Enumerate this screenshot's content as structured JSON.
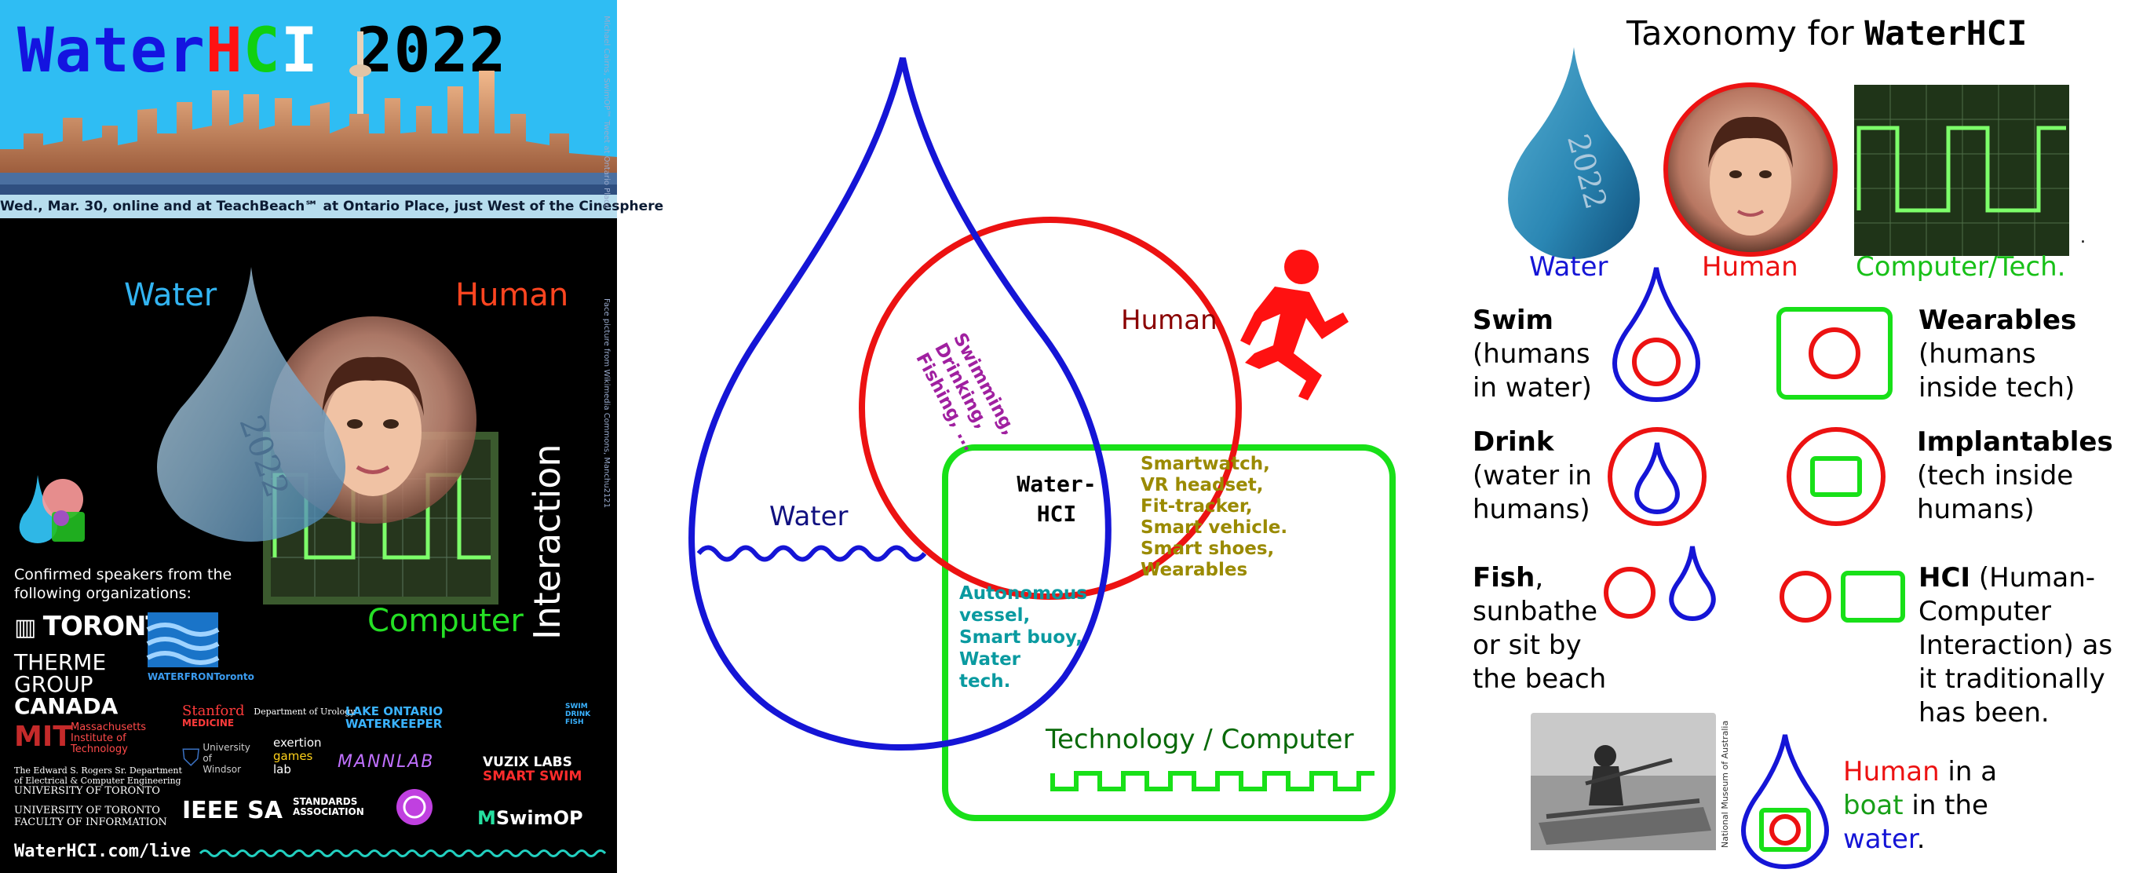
{
  "poster": {
    "title_water": "Water",
    "title_h": "H",
    "title_c": "C",
    "title_i": "I",
    "title_year": " 2022",
    "banner": "Wed., Mar. 30, online and at TeachBeach℠ at Ontario Place, just West of the Cinesphere",
    "credit_top": "Michael Cairns, SwimOP™ Tweet at Ontario Place",
    "credit_face": "Face picture from Wikimedia Commons, Manchu2121",
    "label_water": "Water",
    "label_human": "Human",
    "label_computer": "Computer",
    "label_interaction": "Interaction",
    "drop_text": "2022",
    "confirmed": "Confirmed speakers from the following organizations:",
    "orgs": {
      "toronto": "TORONTO",
      "therme1": "THERME",
      "therme2": "GROUP",
      "therme3": "CANADA",
      "waterfront": "WATERFRONToronto",
      "mit1": "Massachusetts",
      "mit2": "Institute of",
      "mit3": "Technology",
      "stanford1": "Stanford",
      "stanford2": "MEDICINE",
      "stanford3": "Department of Urology",
      "lake1": "LAKE ONTARIO",
      "lake2": "WATERKEEPER",
      "swimdrink": "SWIM DRINK FISH",
      "windsor": "University of Windsor",
      "exertion1": "exertion",
      "exertion2": "games",
      "exertion3": "lab",
      "mannlab": "MANNLAB",
      "vuzix1": "VUZIX LABS",
      "vuzix2": "SMART SWIM",
      "uoft_ece1": "The Edward S. Rogers Sr. Department",
      "uoft_ece2": "of Electrical & Computer Engineering",
      "uoft_ece3": "UNIVERSITY OF TORONTO",
      "uoft_inf1": "UNIVERSITY OF TORONTO",
      "uoft_inf2": "FACULTY OF INFORMATION",
      "ieee1": "IEEE SA",
      "ieee2": "STANDARDS",
      "ieee3": "ASSOCIATION",
      "swimop": "SwimOP"
    },
    "site": "WaterHCI.com/live"
  },
  "venn": {
    "water": "Water",
    "human": "Human",
    "tech": "Technology / Computer",
    "center1": "Water-",
    "center2": "HCI",
    "wh1": "Swimming,",
    "wh2": "Drinking,",
    "wh3": "Fishing, ...",
    "ht": [
      "Smartwatch,",
      "VR headset,",
      "Fit-tracker,",
      "Smart vehicle.",
      "Smart shoes,",
      "Wearables"
    ],
    "wt": [
      "Autonomous",
      "vessel,",
      "Smart buoy,",
      "Water",
      "tech."
    ]
  },
  "taxonomy": {
    "title_pre": "Taxonomy for ",
    "title_bold": "WaterHCI",
    "cap_water": "Water",
    "cap_human": "Human",
    "cap_tech": "Computer/Tech.",
    "drop_text": "2022",
    "swim_bold": "Swim",
    "swim_rest": "(humans in water)",
    "drink_bold": "Drink",
    "drink_rest": "(water in humans)",
    "fish_bold": "Fish",
    "fish_rest": ", sunbathe or sit by the beach",
    "wear_bold": "Wearables",
    "wear_rest": "(humans inside tech)",
    "impl_bold": "Implantables",
    "impl_rest": "(tech inside humans)",
    "hci_bold": "HCI",
    "hci_rest": " (Human-Computer Interaction) as it traditionally has been.",
    "boat_human": "Human",
    "boat_in_a": " in a",
    "boat_boat": "boat",
    "boat_in_the": " in the",
    "boat_water": "water",
    "boat_end": ".",
    "museum": "National Museum of Australia",
    "period": "."
  },
  "colors": {
    "water_blue": "#1515d6",
    "human_red": "#ec1212",
    "tech_green": "#18e018",
    "sky": "#2fbdf3",
    "venn_text_purple": "#a020a0",
    "venn_text_olive": "#9a8a00",
    "venn_text_teal": "#0a9aa0",
    "venn_water_label": "#101080",
    "venn_human_label": "#8a0000",
    "venn_tech_label": "#0a6a0a"
  }
}
